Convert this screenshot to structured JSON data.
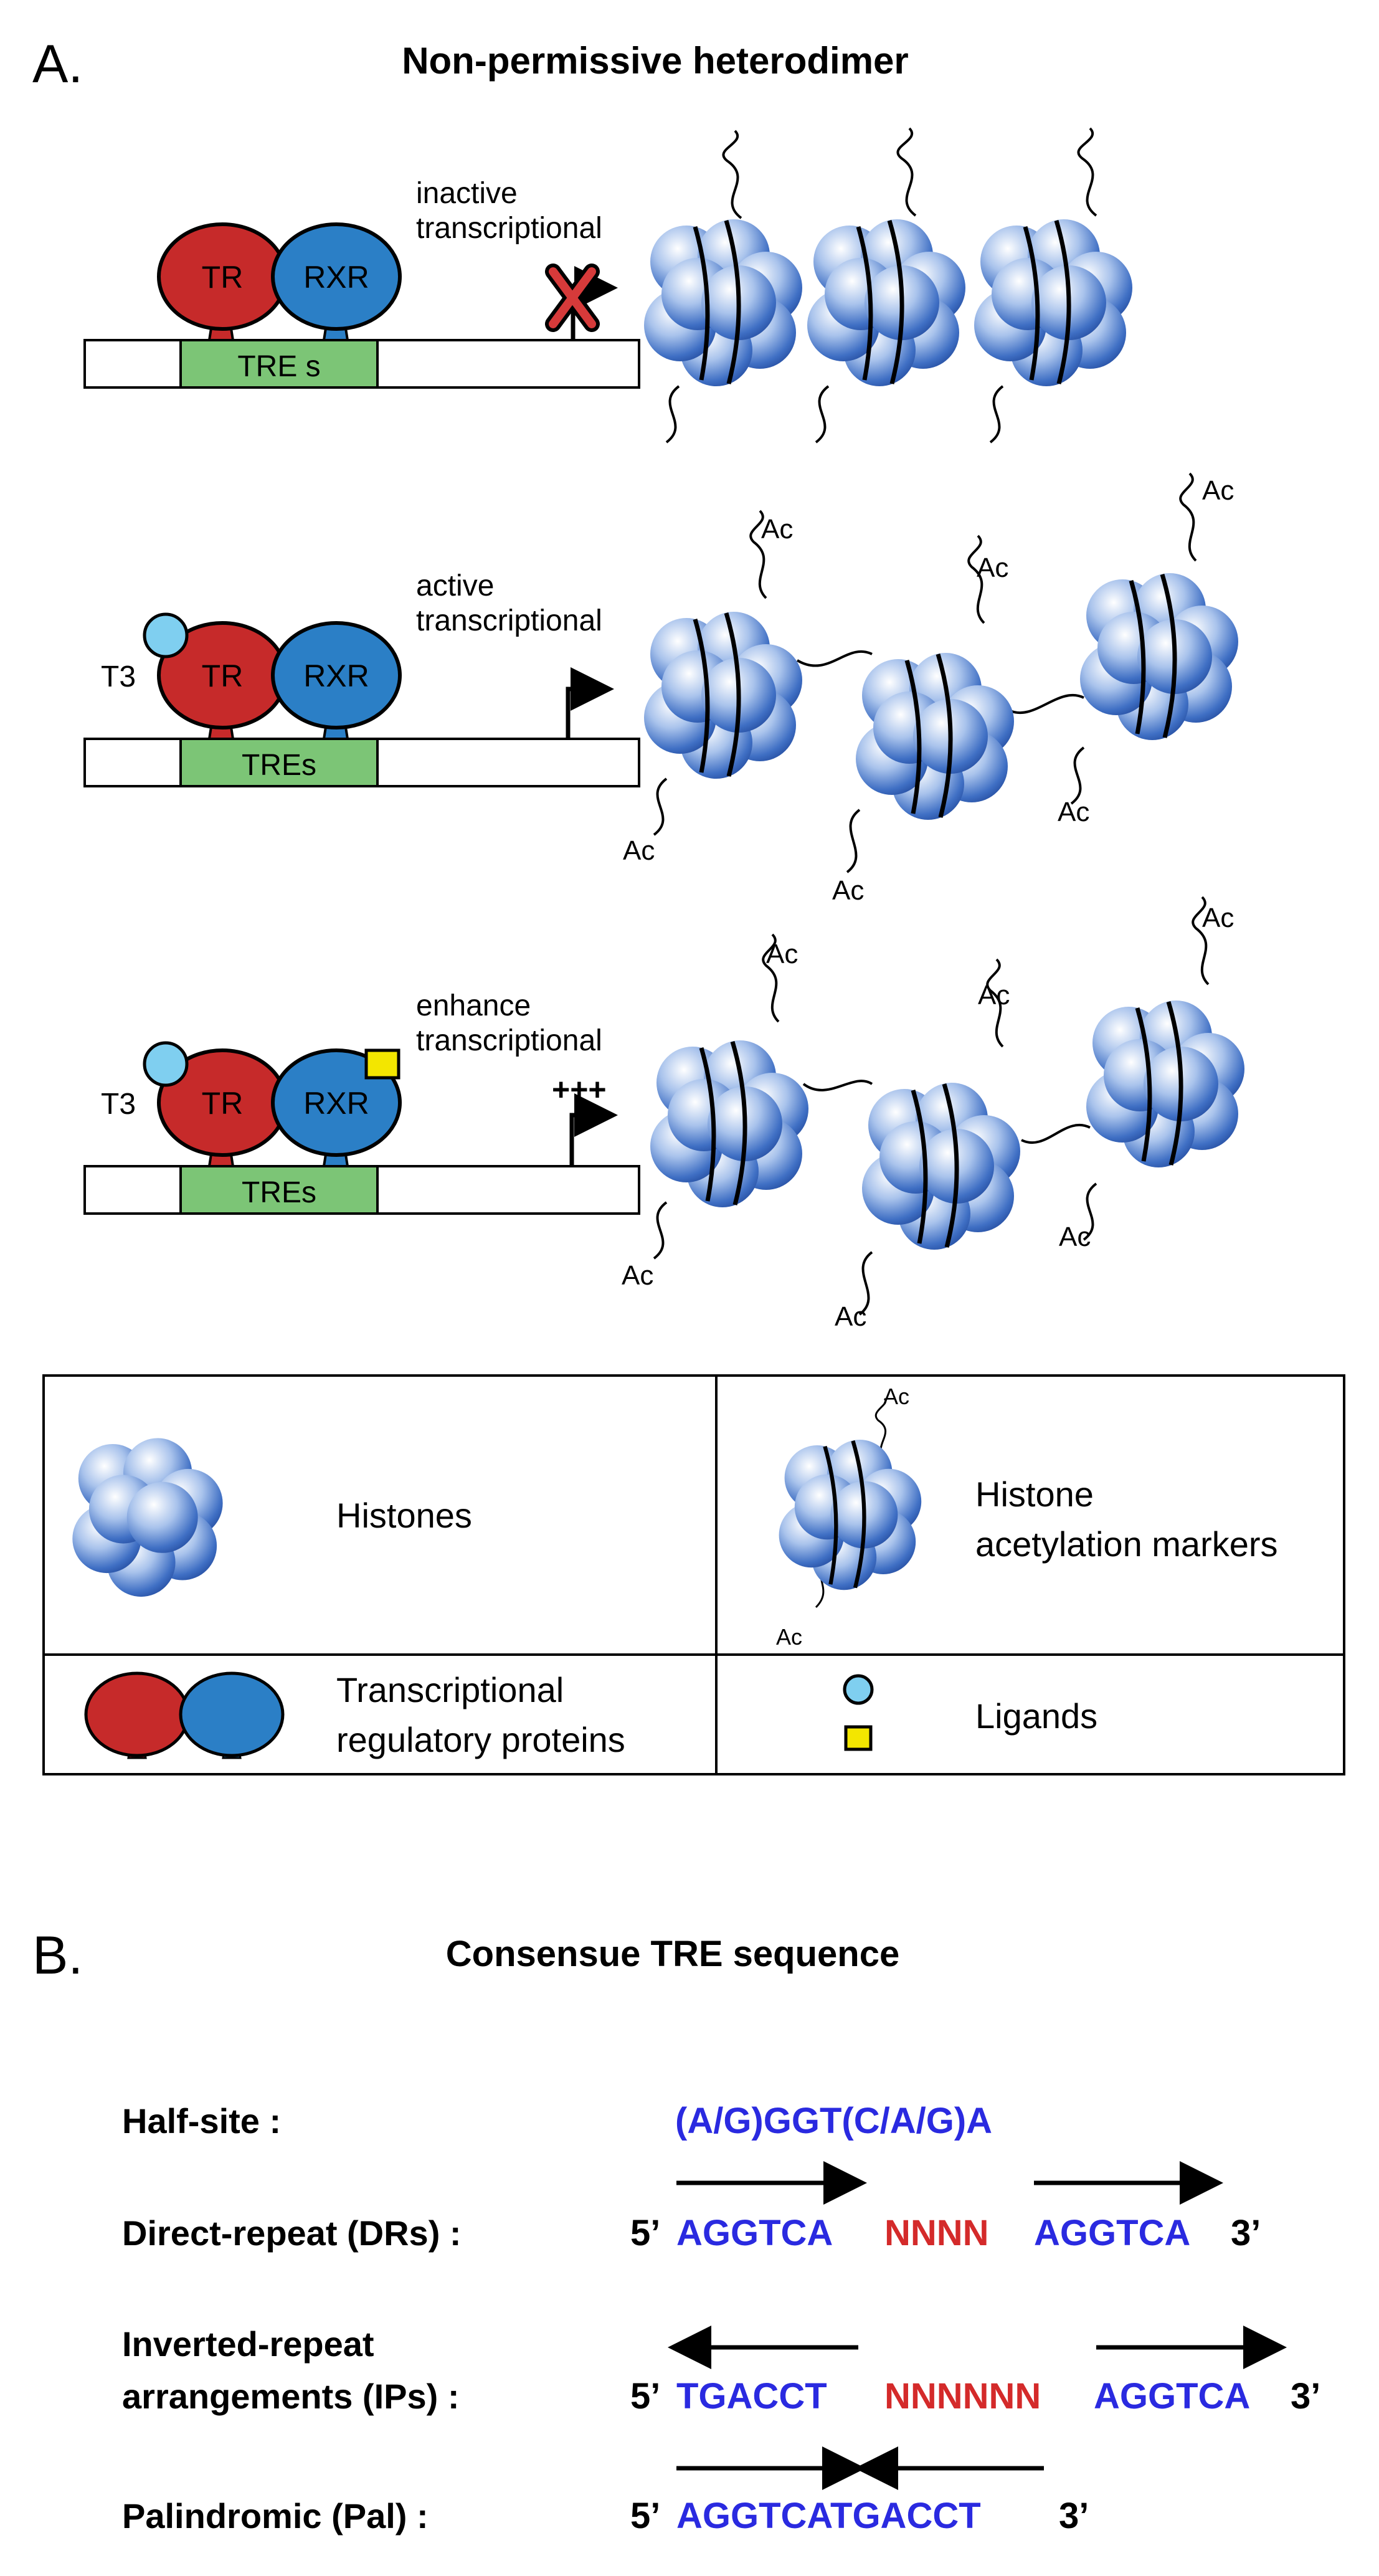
{
  "panel_a": {
    "letter": "A.",
    "title": "Non-permissive heterodimer",
    "rows": [
      {
        "state_label_1": "inactive",
        "state_label_2": "transcriptional",
        "tr": "TR",
        "rxr": "RXR",
        "tres": "TRE s"
      },
      {
        "state_label_1": "active",
        "state_label_2": "transcriptional",
        "ligand": "T3",
        "tr": "TR",
        "rxr": "RXR",
        "tres": "TREs",
        "ac": [
          "Ac",
          "Ac",
          "Ac",
          "Ac",
          "Ac",
          "Ac"
        ]
      },
      {
        "state_label_1": "enhance",
        "state_label_2": "transcriptional",
        "ligand": "T3",
        "tr": "TR",
        "rxr": "RXR",
        "tres": "TREs",
        "plus": "+++",
        "ac": [
          "Ac",
          "Ac",
          "Ac",
          "Ac",
          "Ac",
          "Ac"
        ]
      }
    ],
    "legend": {
      "histones": "Histones",
      "acetylation_1": "Histone",
      "acetylation_2": "acetylation markers",
      "acetylation_ac": [
        "Ac",
        "Ac"
      ],
      "regulatory_1": "Transcriptional",
      "regulatory_2": "regulatory proteins",
      "ligands": "Ligands"
    }
  },
  "panel_b": {
    "letter": "B.",
    "title": "Consensue TRE sequence",
    "half_site_label": "Half-site :",
    "half_site_seq": "(A/G)GGT(C/A/G)A",
    "dr_label": "Direct-repeat (DRs) :",
    "dr_seq": {
      "p5": "5’",
      "a": "AGGTCA",
      "n": "NNNN",
      "b": "AGGTCA",
      "p3": "3’"
    },
    "ip_label_1": "Inverted-repeat",
    "ip_label_2": "arrangements (IPs) :",
    "ip_seq": {
      "p5": "5’",
      "a": "TGACCT",
      "n": "NNNNNN",
      "b": "AGGTCA",
      "p3": "3’"
    },
    "pal_label": "Palindromic (Pal) :",
    "pal_seq": {
      "p5": "5’",
      "a": "AGGTCATGACCT",
      "p3": "3’"
    }
  },
  "colors": {
    "tr": "#c62a2a",
    "rxr": "#2b7fc6",
    "tres": "#7cc576",
    "ligand_circle": "#7fcff0",
    "ligand_square": "#f3e600",
    "histone": "#4a7fd0",
    "seq_blue": "#2a2ae0",
    "seq_red": "#d42a2a"
  }
}
